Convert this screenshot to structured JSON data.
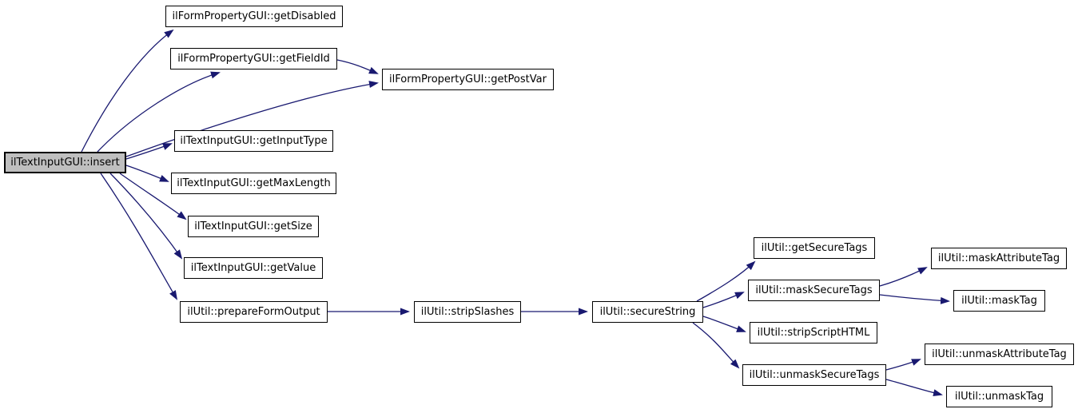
{
  "diagram": {
    "type": "call-graph",
    "colors": {
      "background": "#ffffff",
      "edge": "#191970",
      "node_fill": "#ffffff",
      "node_border": "#000000",
      "highlight_fill": "#bfbfbf"
    },
    "nodes": [
      {
        "id": "insert",
        "label": "ilTextInputGUI::insert",
        "highlighted": true
      },
      {
        "id": "getDisabled",
        "label": "ilFormPropertyGUI::getDisabled",
        "highlighted": false
      },
      {
        "id": "getFieldId",
        "label": "ilFormPropertyGUI::getFieldId",
        "highlighted": false
      },
      {
        "id": "getPostVar",
        "label": "ilFormPropertyGUI::getPostVar",
        "highlighted": false
      },
      {
        "id": "getInputType",
        "label": "ilTextInputGUI::getInputType",
        "highlighted": false
      },
      {
        "id": "getMaxLength",
        "label": "ilTextInputGUI::getMaxLength",
        "highlighted": false
      },
      {
        "id": "getSize",
        "label": "ilTextInputGUI::getSize",
        "highlighted": false
      },
      {
        "id": "getValue",
        "label": "ilTextInputGUI::getValue",
        "highlighted": false
      },
      {
        "id": "prepareFormOutput",
        "label": "ilUtil::prepareFormOutput",
        "highlighted": false
      },
      {
        "id": "stripSlashes",
        "label": "ilUtil::stripSlashes",
        "highlighted": false
      },
      {
        "id": "secureString",
        "label": "ilUtil::secureString",
        "highlighted": false
      },
      {
        "id": "getSecureTags",
        "label": "ilUtil::getSecureTags",
        "highlighted": false
      },
      {
        "id": "maskSecureTags",
        "label": "ilUtil::maskSecureTags",
        "highlighted": false
      },
      {
        "id": "stripScriptHTML",
        "label": "ilUtil::stripScriptHTML",
        "highlighted": false
      },
      {
        "id": "unmaskSecureTags",
        "label": "ilUtil::unmaskSecureTags",
        "highlighted": false
      },
      {
        "id": "maskAttributeTag",
        "label": "ilUtil::maskAttributeTag",
        "highlighted": false
      },
      {
        "id": "maskTag",
        "label": "ilUtil::maskTag",
        "highlighted": false
      },
      {
        "id": "unmaskAttributeTag",
        "label": "ilUtil::unmaskAttributeTag",
        "highlighted": false
      },
      {
        "id": "unmaskTag",
        "label": "ilUtil::unmaskTag",
        "highlighted": false
      }
    ],
    "edges": [
      {
        "from": "insert",
        "to": "getDisabled"
      },
      {
        "from": "insert",
        "to": "getFieldId"
      },
      {
        "from": "insert",
        "to": "getPostVar"
      },
      {
        "from": "getFieldId",
        "to": "getPostVar"
      },
      {
        "from": "insert",
        "to": "getInputType"
      },
      {
        "from": "insert",
        "to": "getMaxLength"
      },
      {
        "from": "insert",
        "to": "getSize"
      },
      {
        "from": "insert",
        "to": "getValue"
      },
      {
        "from": "insert",
        "to": "prepareFormOutput"
      },
      {
        "from": "prepareFormOutput",
        "to": "stripSlashes"
      },
      {
        "from": "stripSlashes",
        "to": "secureString"
      },
      {
        "from": "secureString",
        "to": "getSecureTags"
      },
      {
        "from": "secureString",
        "to": "maskSecureTags"
      },
      {
        "from": "secureString",
        "to": "stripScriptHTML"
      },
      {
        "from": "secureString",
        "to": "unmaskSecureTags"
      },
      {
        "from": "maskSecureTags",
        "to": "maskAttributeTag"
      },
      {
        "from": "maskSecureTags",
        "to": "maskTag"
      },
      {
        "from": "unmaskSecureTags",
        "to": "unmaskAttributeTag"
      },
      {
        "from": "unmaskSecureTags",
        "to": "unmaskTag"
      }
    ]
  }
}
